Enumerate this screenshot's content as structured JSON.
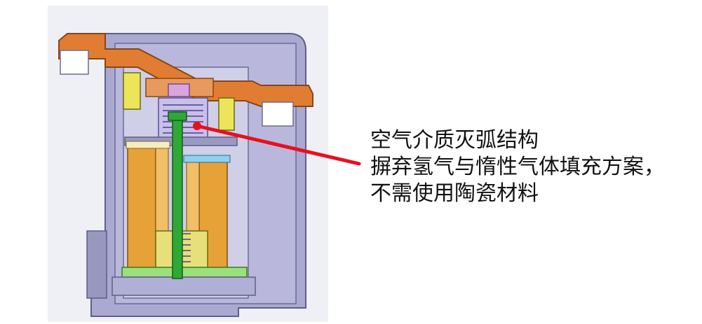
{
  "caption": {
    "line1": "空气介质灭弧结构",
    "line2": "摒弃氢气与惰性气体填充方案，",
    "line3": "不需使用陶瓷材料"
  },
  "colors": {
    "housing": "#a9a8cf",
    "housing_dark": "#8e8db6",
    "housing_cut": "#7f7ea3",
    "terminal": "#e07d33",
    "coil": "#e6a137",
    "coil_dark": "#c98a26",
    "magnet": "#ece55a",
    "shaft": "#2fa836",
    "spring": "#b7a9d8",
    "pointer": "#e8101e",
    "background_panel": "#e9ecf2"
  }
}
